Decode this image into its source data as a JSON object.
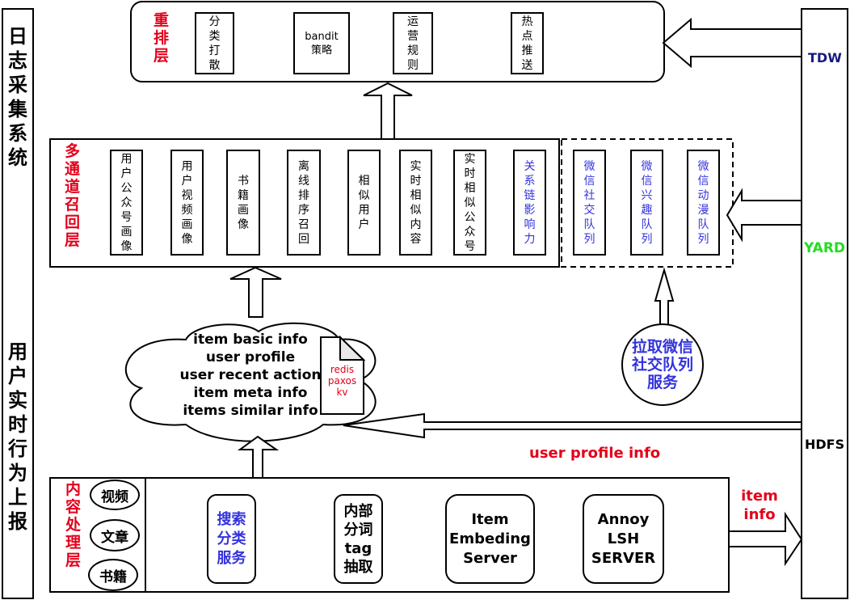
{
  "diagram": {
    "left_sidebar": {
      "top_title": "日志采集系统",
      "bottom_title": "用户实时行为上报"
    },
    "rerank_layer": {
      "title": "重排层",
      "modules": [
        {
          "label": "分类打散"
        },
        {
          "label": "bandit\n策略"
        },
        {
          "label": "运营规则"
        },
        {
          "label": "热点推送"
        }
      ]
    },
    "recall_layer": {
      "title": "多通道召回层",
      "channels": [
        {
          "label": "用户公众号画像",
          "color": "#000000"
        },
        {
          "label": "用户视频画像",
          "color": "#000000"
        },
        {
          "label": "书籍画像",
          "color": "#000000"
        },
        {
          "label": "离线排序召回",
          "color": "#000000"
        },
        {
          "label": "相似用户",
          "color": "#000000"
        },
        {
          "label": "实时相似内容",
          "color": "#000000"
        },
        {
          "label": "实时相似公众号",
          "color": "#000000"
        },
        {
          "label": "关系链影响力",
          "color": "#3333dd"
        }
      ],
      "wechat_queues": [
        {
          "label": "微信社交队列"
        },
        {
          "label": "微信兴趣队列"
        },
        {
          "label": "微信动漫队列"
        }
      ]
    },
    "wechat_service": {
      "label_lines": [
        "拉取微信",
        "社交队列",
        "服务"
      ]
    },
    "cache_cloud": {
      "lines": [
        "item basic info",
        "user profile",
        "user recent action",
        "item meta info",
        "items similar info"
      ],
      "store_lines": [
        "redis",
        "paxos",
        "kv"
      ]
    },
    "content_layer": {
      "title": "内容处理层",
      "content_types": [
        {
          "label": "视频"
        },
        {
          "label": "文章"
        },
        {
          "label": "书籍"
        }
      ],
      "services": [
        {
          "lines": [
            "搜索",
            "分类",
            "服务"
          ],
          "color": "#3333dd"
        },
        {
          "lines": [
            "内部",
            "分词",
            "tag",
            "抽取"
          ],
          "color": "#000000"
        },
        {
          "lines": [
            "Item",
            "Embeding",
            "Server"
          ],
          "color": "#000000"
        },
        {
          "lines": [
            "Annoy",
            "LSH",
            "SERVER"
          ],
          "color": "#000000"
        }
      ]
    },
    "right_storage": {
      "tdw": {
        "label": "TDW",
        "color": "#1a1a80"
      },
      "yard": {
        "label": "YARD",
        "color": "#22dd22"
      },
      "hdfs": {
        "label": "HDFS",
        "color": "#000000"
      }
    },
    "flow_labels": {
      "user_profile_info": "user profile info",
      "item_info_lines": [
        "item",
        "info"
      ]
    },
    "colors": {
      "layer_title": "#e3001b",
      "highlight_blue": "#3333dd",
      "flow_label": "#e3001b"
    }
  }
}
